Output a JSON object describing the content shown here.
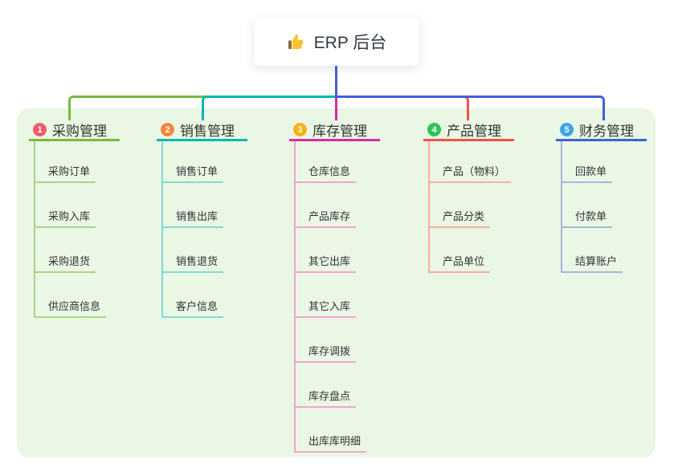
{
  "root": {
    "title": "ERP 后台",
    "icon": "thumbs-up-icon",
    "connector_color": "#4a5fd2"
  },
  "panel_background": "#e9f7e4",
  "branches": [
    {
      "number": "1",
      "label": "采购管理",
      "colors": {
        "line": "#7cb93f",
        "light": "#abd388",
        "badge": "#f25c72"
      },
      "children": [
        "采购订单",
        "采购入库",
        "采购退货",
        "供应商信息"
      ]
    },
    {
      "number": "2",
      "label": "销售管理",
      "colors": {
        "line": "#00b8ac",
        "light": "#82dbd2",
        "badge": "#f9863c"
      },
      "children": [
        "销售订单",
        "销售出库",
        "销售退货",
        "客户信息"
      ]
    },
    {
      "number": "3",
      "label": "库存管理",
      "colors": {
        "line": "#d42d9f",
        "light": "#f0a6d0",
        "badge": "#f9b115"
      },
      "children": [
        "仓库信息",
        "产品库存",
        "其它出库",
        "其它入库",
        "库存调拨",
        "库存盘点",
        "出库库明细"
      ]
    },
    {
      "number": "4",
      "label": "产品管理",
      "colors": {
        "line": "#f3504c",
        "light": "#f9aca7",
        "badge": "#2cc456"
      },
      "children": [
        "产品（物料）",
        "产品分类",
        "产品单位"
      ]
    },
    {
      "number": "5",
      "label": "财务管理",
      "colors": {
        "line": "#3e63d8",
        "light": "#a6b6de",
        "badge": "#3ba6e9"
      },
      "children": [
        "回款单",
        "付款单",
        "结算账户"
      ]
    }
  ]
}
